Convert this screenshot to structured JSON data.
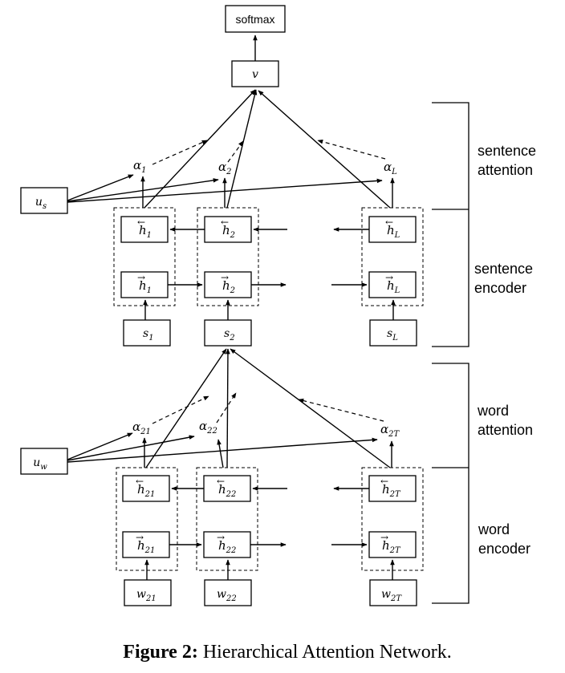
{
  "caption": {
    "label": "Figure 2:",
    "text": "Hierarchical Attention Network."
  },
  "nodes": {
    "softmax": "softmax",
    "v": "v",
    "u_s": {
      "base": "u",
      "sub": "s"
    },
    "u_w": {
      "base": "u",
      "sub": "w"
    },
    "alpha_1": {
      "base": "α",
      "sub": "1"
    },
    "alpha_2": {
      "base": "α",
      "sub": "2"
    },
    "alpha_L": {
      "base": "α",
      "sub": "L"
    },
    "alpha_21": {
      "base": "α",
      "sub": "21"
    },
    "alpha_22": {
      "base": "α",
      "sub": "22"
    },
    "alpha_2T": {
      "base": "α",
      "sub": "2T"
    },
    "hb_1": {
      "base": "h",
      "sub": "1",
      "arrow": "←"
    },
    "hb_2": {
      "base": "h",
      "sub": "2",
      "arrow": "←"
    },
    "hb_L": {
      "base": "h",
      "sub": "L",
      "arrow": "←"
    },
    "hf_1": {
      "base": "h",
      "sub": "1",
      "arrow": "→"
    },
    "hf_2": {
      "base": "h",
      "sub": "2",
      "arrow": "→"
    },
    "hf_L": {
      "base": "h",
      "sub": "L",
      "arrow": "→"
    },
    "s_1": {
      "base": "s",
      "sub": "1"
    },
    "s_2": {
      "base": "s",
      "sub": "2"
    },
    "s_L": {
      "base": "s",
      "sub": "L"
    },
    "hb_21": {
      "base": "h",
      "sub": "21",
      "arrow": "←"
    },
    "hb_22": {
      "base": "h",
      "sub": "22",
      "arrow": "←"
    },
    "hb_2T": {
      "base": "h",
      "sub": "2T",
      "arrow": "←"
    },
    "hf_21": {
      "base": "h",
      "sub": "21",
      "arrow": "→"
    },
    "hf_22": {
      "base": "h",
      "sub": "22",
      "arrow": "→"
    },
    "hf_2T": {
      "base": "h",
      "sub": "2T",
      "arrow": "→"
    },
    "w_21": {
      "base": "w",
      "sub": "21"
    },
    "w_22": {
      "base": "w",
      "sub": "22"
    },
    "w_2T": {
      "base": "w",
      "sub": "2T"
    }
  },
  "brace_labels": {
    "sentence_attention": [
      "sentence",
      "attention"
    ],
    "sentence_encoder": [
      "sentence",
      "encoder"
    ],
    "word_attention": [
      "word",
      "attention"
    ],
    "word_encoder": [
      "word",
      "encoder"
    ]
  }
}
